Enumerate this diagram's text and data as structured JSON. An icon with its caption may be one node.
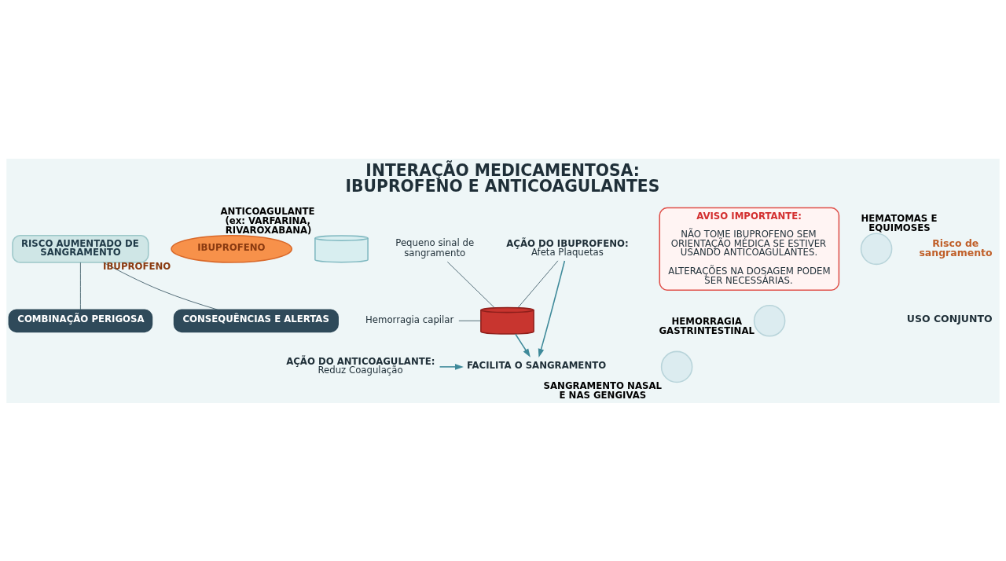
{
  "diagram": {
    "title": "INTERAÇÃO MEDICAMENTOSA: IBUPROFENO E ANTICOAGULANTES",
    "nodes": [
      {
        "text": [
          "RISCO AUMENTADO DE SANGRAMENTO"
        ]
      },
      {
        "text": [
          "COMBINAÇÃO PERIGOSA"
        ]
      },
      {
        "text": [
          "CONSEQUÊNCIAS E ALERTAS"
        ]
      },
      {
        "text": [
          "IBUPROFENO"
        ],
        "beside": [
          "IBUPROFENO"
        ]
      },
      {
        "text": [],
        "shape": "cylinder",
        "beside": [
          "ANTICOAGULANTE",
          "(ex: VARFARINA, RIVAROXABANA)"
        ]
      },
      {
        "text": [],
        "shape": "cylinder"
      },
      {
        "text": [
          "Pequeno sinal de sangramento"
        ]
      },
      {
        "text": [
          "Hemorragia capilar"
        ]
      },
      {
        "text": [
          "AÇÃO DO IBUPROFENO:",
          "Afeta Plaquetas"
        ]
      },
      {
        "text": [
          "AÇÃO DO ANTICOAGULANTE:",
          "Reduz Coagulação"
        ]
      },
      {
        "text": [
          "FACILITA O SANGRAMENTO"
        ]
      },
      {
        "text": [],
        "shape": "circle",
        "beside": [
          "HEMORRAGIA GASTRINTESTINAL"
        ]
      },
      {
        "text": [],
        "shape": "circle",
        "beside": [
          "HEMATOMAS E EQUIMOSES"
        ]
      },
      {
        "text": [],
        "shape": "circle",
        "beside": [
          "SANGRAMENTO NASAL E NAS GENGIVAS"
        ]
      },
      {
        "text": [
          "AVISO IMPORTANTE:",
          "NÃO TOME IBUPROFENO SEM ORIENTAÇÃO MÉDICA SE ESTIVER USANDO ANTICOAGULANTES.",
          "ALTERAÇÕES NA DOSAGEM PODEM SER NECESSÁRIAS."
        ]
      }
    ],
    "edges": [
      {
        "from": 0,
        "to": 1,
        "arrow": "none"
      },
      {
        "from": 0,
        "to": 2,
        "arrow": "none"
      },
      {
        "from": 6,
        "to": 5,
        "arrow": "none"
      },
      {
        "from": 7,
        "to": 5,
        "arrow": "none"
      },
      {
        "from": 8,
        "to": 5,
        "arrow": "none"
      },
      {
        "from": 8,
        "to": 10,
        "arrow": "to"
      },
      {
        "from": 9,
        "to": 10,
        "arrow": "to"
      },
      {
        "from": 5,
        "to": 10,
        "arrow": "to"
      }
    ],
    "labels": [
      "Risco de sangramento",
      "USO CONJUNTO"
    ]
  }
}
